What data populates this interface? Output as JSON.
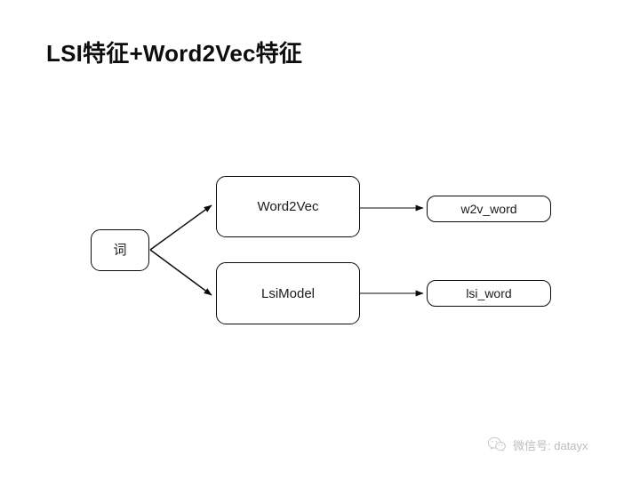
{
  "slide": {
    "title": "LSI特征+Word2Vec特征",
    "background_color": "#ffffff",
    "title_color": "#0d0d0d"
  },
  "diagram": {
    "type": "flowchart",
    "stroke_color": "#0a0a0a",
    "node_fill": "#ffffff",
    "node_text_color": "#1a1a1a",
    "nodes": [
      {
        "id": "word",
        "label": "词",
        "shape": "rounded-rect"
      },
      {
        "id": "word2vec",
        "label": "Word2Vec",
        "shape": "rounded-rect"
      },
      {
        "id": "lsimodel",
        "label": "LsiModel",
        "shape": "rounded-rect"
      },
      {
        "id": "w2v_word",
        "label": "w2v_word",
        "shape": "pill"
      },
      {
        "id": "lsi_word",
        "label": "lsi_word",
        "shape": "pill"
      }
    ],
    "edges": [
      {
        "from": "word",
        "to": "word2vec",
        "style": "arrow"
      },
      {
        "from": "word",
        "to": "lsimodel",
        "style": "arrow"
      },
      {
        "from": "word2vec",
        "to": "w2v_word",
        "style": "arrow"
      },
      {
        "from": "lsimodel",
        "to": "lsi_word",
        "style": "arrow"
      }
    ]
  },
  "watermark": {
    "text": "微信号: datayx",
    "icon": "wechat-icon",
    "color": "#bdbdbd"
  }
}
